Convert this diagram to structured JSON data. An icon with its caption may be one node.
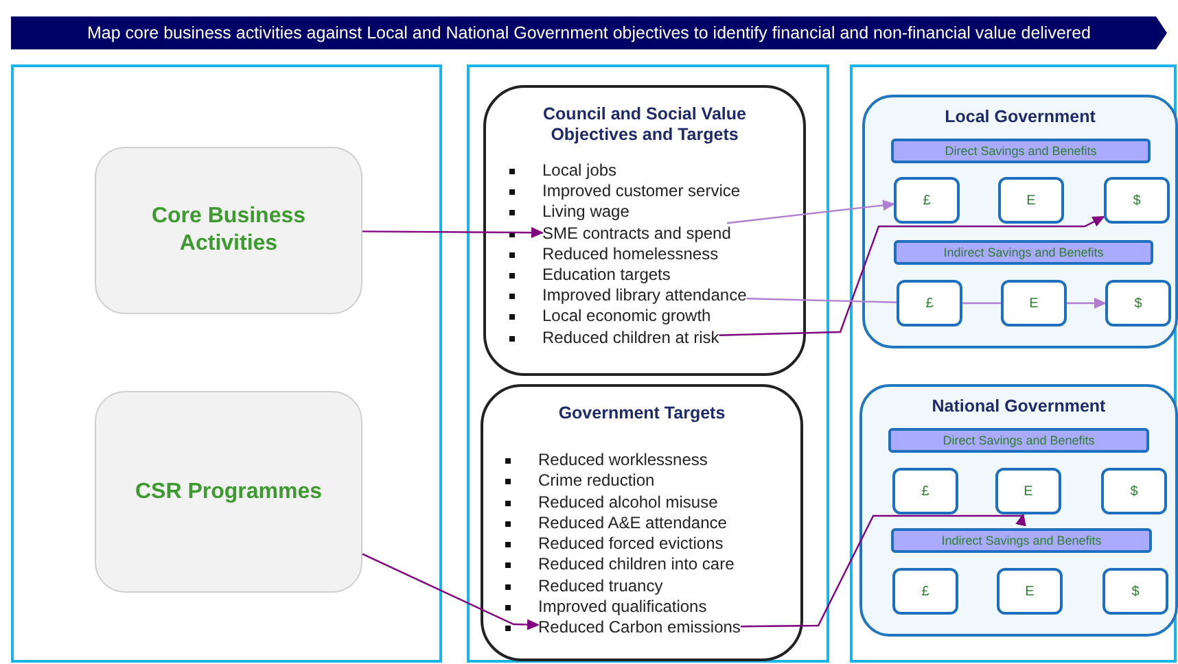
{
  "diagram": {
    "nodes": [
      {
        "text": [
          "Map core business activities against Local and National Government objectives to identify financial and non-financial value delivered"
        ]
      },
      {
        "text": [],
        "shape": "box"
      },
      {
        "text": [
          "Core Business Activities"
        ],
        "in": 1
      },
      {
        "text": [
          "CSR Programmes"
        ],
        "in": 1
      },
      {
        "text": [],
        "shape": "box"
      },
      {
        "text": [
          "Council and Social Value Objectives and Targets"
        ],
        "in": 4
      },
      {
        "text": [
          "Local jobs"
        ],
        "in": 5
      },
      {
        "text": [
          "Improved customer service"
        ],
        "in": 5
      },
      {
        "text": [
          "Living wage"
        ],
        "in": 5
      },
      {
        "text": [
          "SME contracts and spend"
        ],
        "in": 5
      },
      {
        "text": [
          "Reduced homelessness"
        ],
        "in": 5
      },
      {
        "text": [
          "Education targets"
        ],
        "in": 5
      },
      {
        "text": [
          "Improved library attendance"
        ],
        "in": 5
      },
      {
        "text": [
          "Local economic growth"
        ],
        "in": 5
      },
      {
        "text": [
          "Reduced children at risk"
        ],
        "in": 5
      },
      {
        "text": [
          "Government Targets"
        ],
        "in": 4
      },
      {
        "text": [
          "Reduced worklessness"
        ],
        "in": 15
      },
      {
        "text": [
          "Crime reduction"
        ],
        "in": 15
      },
      {
        "text": [
          "Reduced alcohol misuse"
        ],
        "in": 15
      },
      {
        "text": [
          "Reduced A&E attendance"
        ],
        "in": 15
      },
      {
        "text": [
          "Reduced forced evictions"
        ],
        "in": 15
      },
      {
        "text": [
          "Reduced children into care"
        ],
        "in": 15
      },
      {
        "text": [
          "Reduced truancy"
        ],
        "in": 15
      },
      {
        "text": [
          "Improved qualifications"
        ],
        "in": 15
      },
      {
        "text": [
          "Reduced Carbon emissions"
        ],
        "in": 15
      },
      {
        "text": [],
        "shape": "box"
      },
      {
        "text": [
          "Local Government"
        ],
        "in": 25
      },
      {
        "text": [
          "Direct Savings and Benefits"
        ],
        "in": 26
      },
      {
        "text": [
          "£"
        ],
        "in": 26
      },
      {
        "text": [
          "E"
        ],
        "in": 26
      },
      {
        "text": [
          "$"
        ],
        "in": 26
      },
      {
        "text": [
          "Indirect Savings and Benefits"
        ],
        "in": 26
      },
      {
        "text": [
          "£"
        ],
        "in": 26
      },
      {
        "text": [
          "E"
        ],
        "in": 26
      },
      {
        "text": [
          "$"
        ],
        "in": 26
      },
      {
        "text": [
          "National Government"
        ],
        "in": 25
      },
      {
        "text": [
          "Direct Savings and Benefits"
        ],
        "in": 35
      },
      {
        "text": [
          "£"
        ],
        "in": 35
      },
      {
        "text": [
          "E"
        ],
        "in": 35
      },
      {
        "text": [
          "$"
        ],
        "in": 35
      },
      {
        "text": [
          "Indirect Savings and Benefits"
        ],
        "in": 35
      },
      {
        "text": [
          "£"
        ],
        "in": 35
      },
      {
        "text": [
          "E"
        ],
        "in": 35
      },
      {
        "text": [
          "$"
        ],
        "in": 35
      }
    ],
    "edges": [
      {
        "from": 2,
        "to": 9,
        "arrow": "to"
      },
      {
        "from": 9,
        "to": 28,
        "arrow": "to",
        "color": "#b07fcf"
      },
      {
        "from": 14,
        "to": 30,
        "arrow": "to"
      },
      {
        "from": 12,
        "to": 32,
        "arrow": "none",
        "color": "#b07fcf"
      },
      {
        "from": 32,
        "to": 33,
        "arrow": "none",
        "color": "#b07fcf"
      },
      {
        "from": 33,
        "to": 34,
        "arrow": "to",
        "color": "#b07fcf"
      },
      {
        "from": 3,
        "to": 24,
        "arrow": "to"
      },
      {
        "from": 24,
        "to": 38,
        "arrow": "to"
      }
    ]
  }
}
